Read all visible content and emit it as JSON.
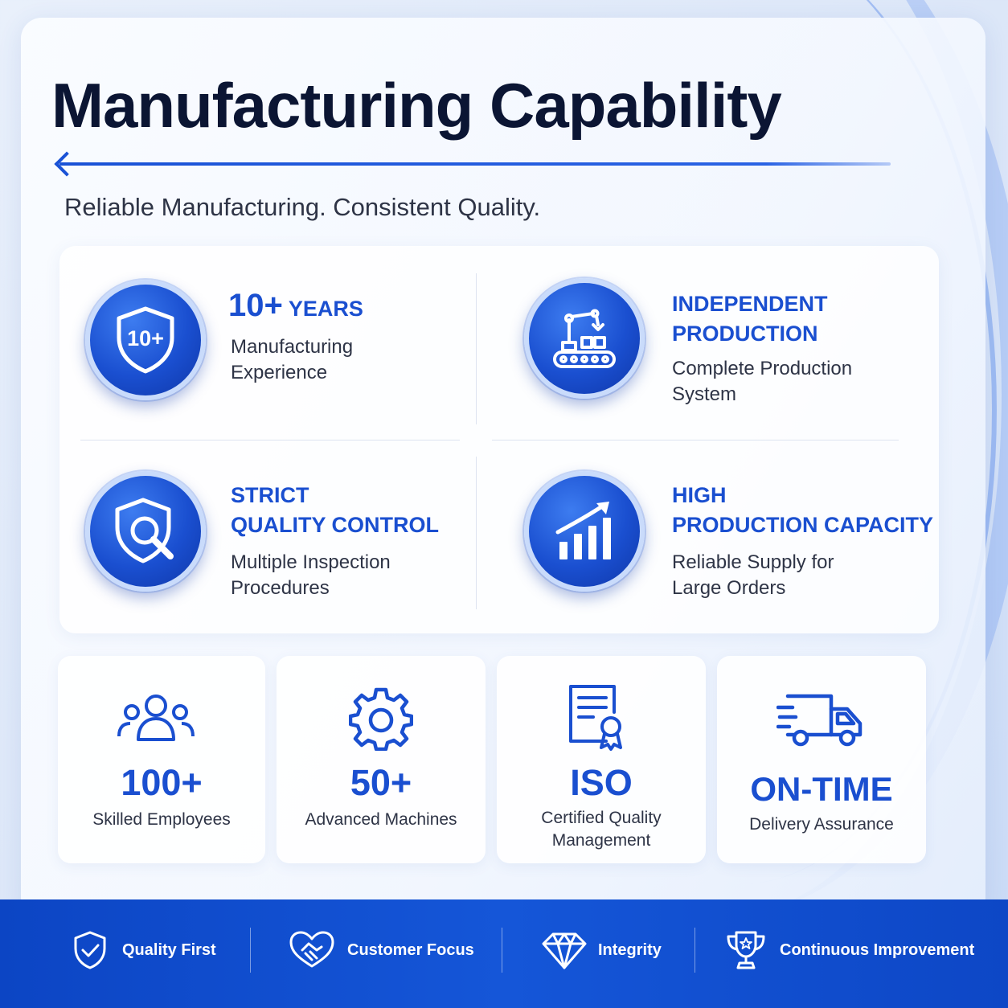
{
  "header": {
    "title": "Manufacturing Capability",
    "subtitle": "Reliable Manufacturing. Consistent Quality."
  },
  "features": [
    {
      "icon": "shield-badge-icon",
      "badge_text": "10+",
      "heading_number": "10+",
      "heading_text": "YEARS",
      "description": "Manufacturing Experience"
    },
    {
      "icon": "robotic-arm-conveyor-icon",
      "heading_line1": "INDEPENDENT",
      "heading_line2": "PRODUCTION",
      "description": "Complete Production System"
    },
    {
      "icon": "shield-magnifier-icon",
      "heading_line1": "STRICT",
      "heading_line2": "QUALITY CONTROL",
      "description": "Multiple Inspection Procedures"
    },
    {
      "icon": "growth-bar-chart-icon",
      "heading_line1": "HIGH",
      "heading_line2": "PRODUCTION CAPACITY",
      "description": "Reliable Supply for Large Orders"
    }
  ],
  "stats": [
    {
      "icon": "people-group-icon",
      "value": "100+",
      "label": "Skilled Employees"
    },
    {
      "icon": "gear-icon",
      "value": "50+",
      "label": "Advanced Machines"
    },
    {
      "icon": "certificate-icon",
      "value": "ISO",
      "label": "Certified Quality Management"
    },
    {
      "icon": "delivery-truck-icon",
      "value": "ON-TIME",
      "label": "Delivery Assurance"
    }
  ],
  "values": [
    {
      "icon": "shield-check-icon",
      "label": "Quality First"
    },
    {
      "icon": "heart-handshake-icon",
      "label": "Customer Focus"
    },
    {
      "icon": "diamond-icon",
      "label": "Integrity"
    },
    {
      "icon": "trophy-icon",
      "label": "Continuous Improvement"
    }
  ],
  "colors": {
    "accent": "#1a4fd0",
    "title": "#0b1533",
    "footer": "#1556d8",
    "text": "#2e3446"
  }
}
